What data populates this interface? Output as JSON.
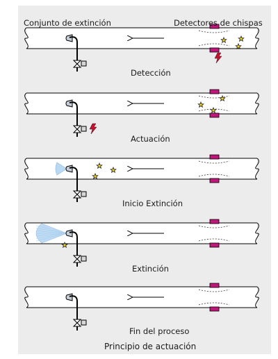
{
  "headers": {
    "left": "Conjunto de extinción",
    "right": "Detectores de chispas"
  },
  "stages": [
    {
      "caption": "Detección"
    },
    {
      "caption": "Actuación"
    },
    {
      "caption": "Inicio Extinción"
    },
    {
      "caption": "Extinción"
    },
    {
      "caption": "Fin del proceso"
    }
  ],
  "footer": "Principio de actuación",
  "colors": {
    "panel": "#ececec",
    "detector": "#c0187a",
    "spark": "#f2d21a",
    "lightning": "#c8102e",
    "spray": "#b9d8f2"
  }
}
